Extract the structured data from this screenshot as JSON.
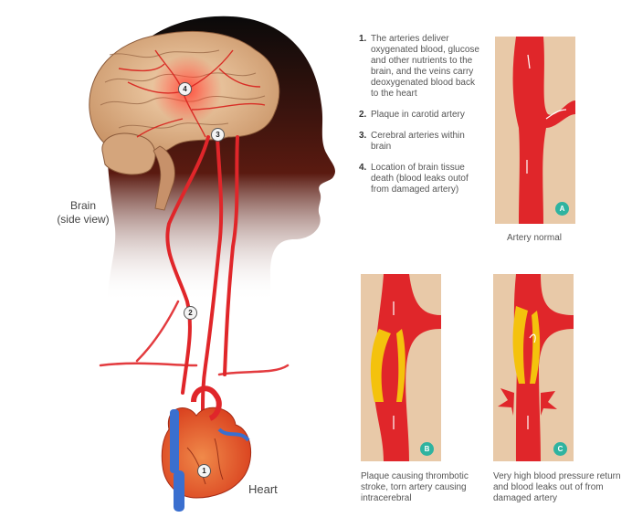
{
  "labels": {
    "brain": "Brain\n(side view)",
    "heart": "Heart"
  },
  "legend": [
    {
      "num": "1.",
      "text": "The arteries deliver oxygenated blood, glucose and other nutrients to the brain, and the veins carry deoxygenated blood back to the heart"
    },
    {
      "num": "2.",
      "text": "Plaque in carotid artery"
    },
    {
      "num": "3.",
      "text": "Cerebral arteries within brain"
    },
    {
      "num": "4.",
      "text": "Location of brain tissue death (blood leaks outof from damaged artery)"
    }
  ],
  "markers": [
    "1",
    "2",
    "3",
    "4"
  ],
  "panels": [
    {
      "badge": "A",
      "caption": "Artery normal"
    },
    {
      "badge": "B",
      "caption": "Plaque causing thrombotic stroke, torn artery causing intracerebral"
    },
    {
      "badge": "C",
      "caption": "Very high blood pressure return and blood leaks out of from damaged artery"
    }
  ],
  "colors": {
    "artery": "#e0262a",
    "plaque": "#f4c20d",
    "panel_bg": "#e8c9a8",
    "badge": "#2fb3a0",
    "head": "#0a0a0a",
    "vein": "#3a6fcf"
  }
}
